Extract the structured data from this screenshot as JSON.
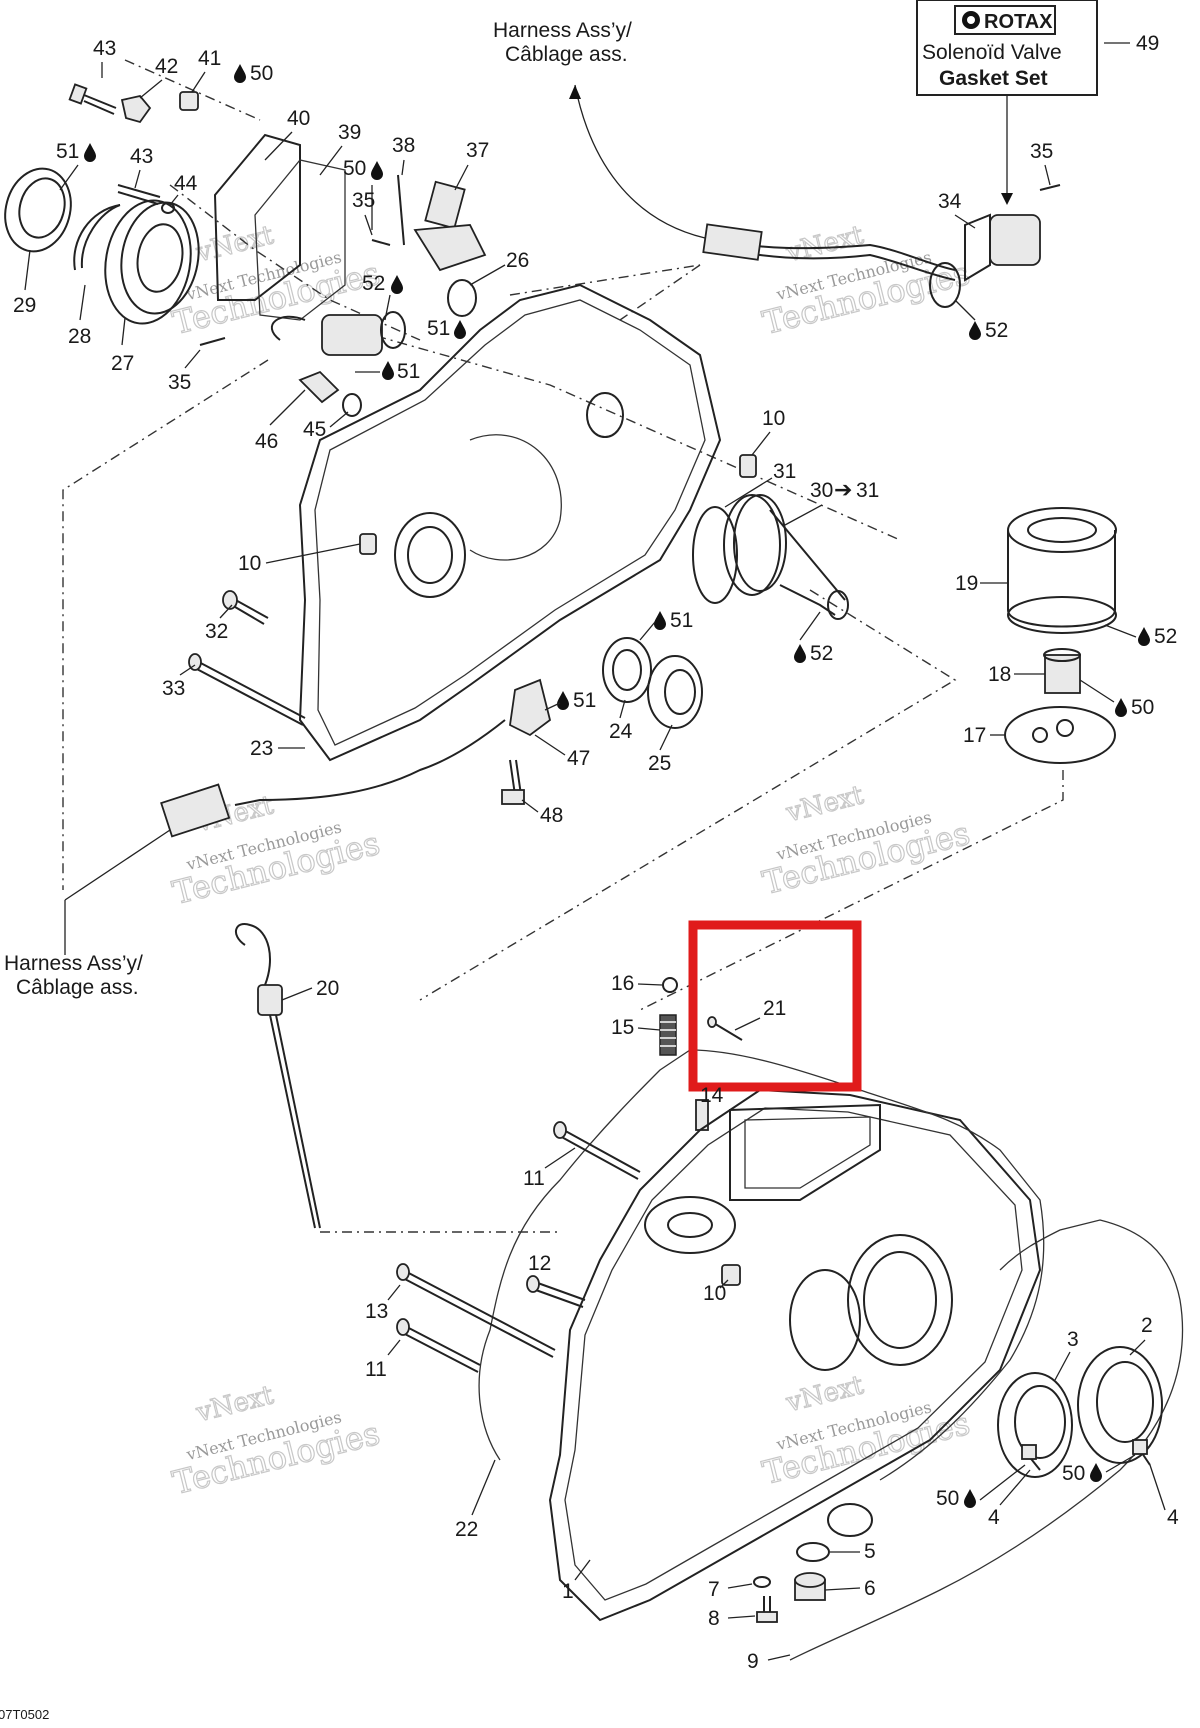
{
  "diagram": {
    "harness_top": {
      "line1": "Harness Ass’y/",
      "line2": "Câblage ass."
    },
    "harness_left": {
      "line1": "Harness Ass’y/",
      "line2": "Câblage ass."
    },
    "kit_box": {
      "brand": "ROTAX",
      "line1": "Solenoïd Valve",
      "line2": "Gasket Set",
      "number": "49"
    },
    "watermark": {
      "line1": "vNext",
      "line2": "Technologies"
    },
    "footer_code": "07T0502",
    "highlight_color": "#e01b1b",
    "lubricant_symbol": "oil-drop-icon",
    "labels": {
      "l43a": "43",
      "l42": "42",
      "l41": "41",
      "l50a": "50",
      "l51a": "51",
      "l43b": "43",
      "l44": "44",
      "l40": "40",
      "l39": "39",
      "l38": "38",
      "l50b": "50",
      "l37": "37",
      "l35a": "35",
      "l26": "26",
      "l52a": "52",
      "l51b": "51",
      "l29": "29",
      "l28": "28",
      "l27": "27",
      "l35b": "35",
      "l46": "46",
      "l45": "45",
      "l51c": "51",
      "l35c": "35",
      "l34": "34",
      "l52b": "52",
      "l10a": "10",
      "l31": "31",
      "l30": "30",
      "l31b": "31",
      "l10b": "10",
      "l32": "32",
      "l33": "33",
      "l23": "23",
      "l51d": "51",
      "l52c": "52",
      "l51e": "51",
      "l24": "24",
      "l25": "25",
      "l47": "47",
      "l48": "48",
      "l19": "19",
      "l52d": "52",
      "l18": "18",
      "l50c": "50",
      "l17": "17",
      "l20": "20",
      "l16": "16",
      "l15": "15",
      "l21": "21",
      "l14": "14",
      "l11a": "11",
      "l12": "12",
      "l10c": "10",
      "l13": "13",
      "l11b": "11",
      "l3": "3",
      "l2": "2",
      "l50d": "50",
      "l50e": "50",
      "l4a": "4",
      "l4b": "4",
      "l22": "22",
      "l1": "1",
      "l5": "5",
      "l6": "6",
      "l7": "7",
      "l8": "8",
      "l9": "9"
    }
  }
}
